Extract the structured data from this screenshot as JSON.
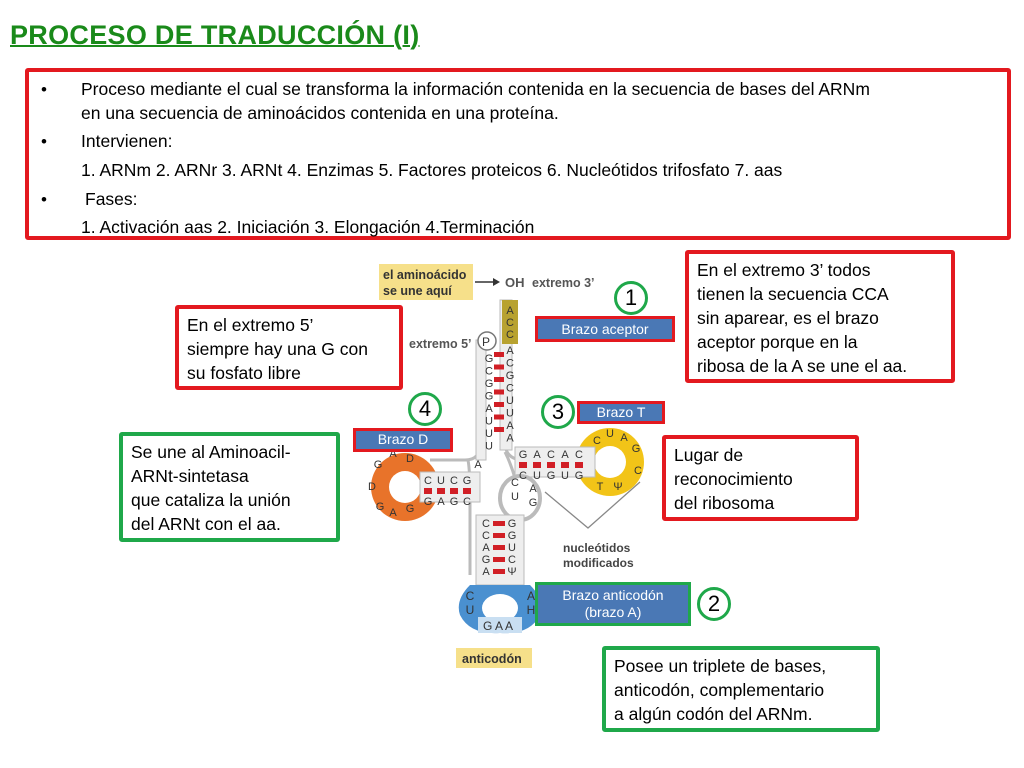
{
  "title": "PROCESO DE TRADUCCIÓN (I)",
  "main": {
    "bullet": "•",
    "b1_l1": "Proceso mediante el cual se transforma la información contenida en la secuencia de bases del ARNm",
    "b1_l2": "en una secuencia de aminoácidos contenida en una proteína.",
    "b2": "Intervienen:",
    "b2_list": "1. ARNm  2. ARNr  3. ARNt  4. Enzimas  5. Factores proteicos  6.  Nucleótidos trifosfato  7. aas",
    "b3": "Fases:",
    "b3_list": "1. Activación aas  2. Iniciación  3. Elongación  4.Terminación"
  },
  "boxes": {
    "box5p": [
      "En el extremo 5’",
      "siempre hay una G con",
      "su fosfato libre"
    ],
    "box3p": [
      "En el extremo 3’ todos",
      "tienen la secuencia CCA",
      "sin aparear, es el brazo",
      "aceptor porque en la",
      "ribosa de la A se une el aa."
    ],
    "boxD": [
      "Se une al Aminoacil-",
      "ARNt-sintetasa",
      "que cataliza la unión",
      "del ARNt con el aa."
    ],
    "boxT": [
      "Lugar  de",
      "reconocimiento",
      "del  ribosoma"
    ],
    "boxA": [
      "Posee un triplete de bases,",
      "anticodón, complementario",
      "a algún codón del ARNm."
    ]
  },
  "labels": {
    "aceptor": "Brazo aceptor",
    "T": "Brazo T",
    "D": "Brazo D",
    "anticodon_l1": "Brazo anticodón",
    "anticodon_l2": "(brazo A)"
  },
  "numbers": {
    "n1": "1",
    "n2": "2",
    "n3": "3",
    "n4": "4"
  },
  "diagram": {
    "aa_label_l1": "el aminoácido",
    "aa_label_l2": "se une aquí",
    "oh": "OH",
    "extremo3": "extremo 3’",
    "extremo5": "extremo 5’",
    "p": "P",
    "acc": [
      "A",
      "C",
      "C"
    ],
    "left_stem": [
      "G",
      "C",
      "G",
      "G",
      "A",
      "U",
      "U",
      "U"
    ],
    "right_stem": [
      "A",
      "C",
      "G",
      "C",
      "U",
      "U",
      "A",
      "A"
    ],
    "a_after": "A",
    "d_loop": [
      "D",
      "G",
      "A",
      "D",
      "G",
      "A",
      "G"
    ],
    "d_top": [
      "C",
      "U",
      "C",
      "G"
    ],
    "d_bot": [
      "G",
      "A",
      "G",
      "C"
    ],
    "t_top": [
      "G",
      "A",
      "C",
      "A",
      "C"
    ],
    "t_bot": [
      "C",
      "U",
      "G",
      "U",
      "G"
    ],
    "t_loop": [
      "C",
      "U",
      "A",
      "G",
      "C",
      "T",
      "Ψ"
    ],
    "var_loop": [
      "C",
      "U",
      "A",
      "G"
    ],
    "a_left": [
      "C",
      "C",
      "A",
      "G",
      "A"
    ],
    "a_right": [
      "G",
      "G",
      "U",
      "C",
      "Ψ"
    ],
    "a_loop_l": [
      "C",
      "U"
    ],
    "a_loop_r": [
      "A",
      "H"
    ],
    "anticodon_seq": "G A A",
    "nucl_mod_l1": "nucleótidos",
    "nucl_mod_l2": "modificados",
    "anticodon_label": "anticodón",
    "colors": {
      "accept": "#b8a230",
      "dloop": "#e8732a",
      "tloop": "#f2c418",
      "aloop": "#4a90d0",
      "pair": "#d11f26",
      "label_bg": "#f6e08a"
    }
  }
}
